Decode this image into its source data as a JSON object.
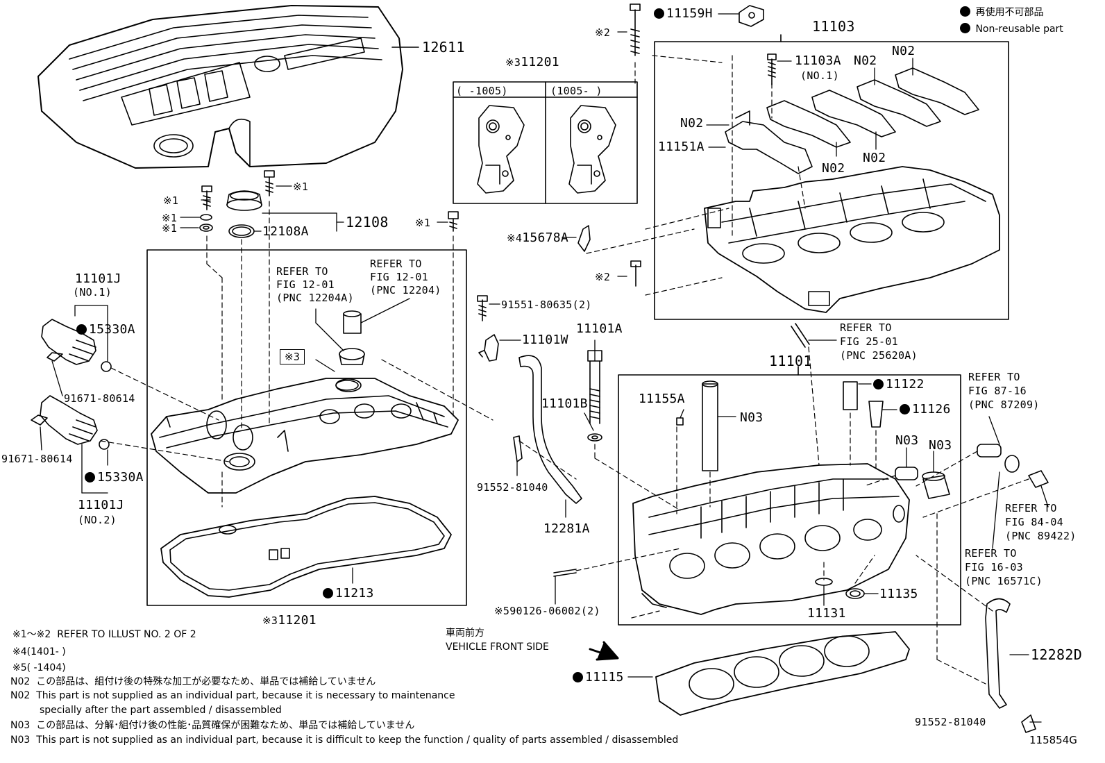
{
  "legend": {
    "jp": "再使用不可部品",
    "en": "Non-reusable part"
  },
  "diagram_id": "115854G",
  "labels": {
    "l12611": "12611",
    "l11201_top": "11201",
    "l11201_top_mark": "※3",
    "l11201_bottom": "11201",
    "l11201_bottom_mark": "※3",
    "col_left": "(    -1005)",
    "col_right": "(1005-     )",
    "l11159H": "11159H",
    "l11103": "11103",
    "l11103A": "11103A",
    "l11103A_sub": "(NO.1)",
    "n02_a": "N02",
    "n02_b": "N02",
    "n02_c": "N02",
    "n02_d": "N02",
    "n02_e": "N02",
    "l11151A": "11151A",
    "x2_a": "※2",
    "x2_b": "※2",
    "x1_a": "※1",
    "x1_b": "※1",
    "x1_c": "※1",
    "x1_d": "※1",
    "x1_e": "※1",
    "l12108": "12108",
    "l12108A": "12108A",
    "l15678A": "15678A",
    "l15678A_mark": "※4",
    "refer_12204A": "REFER TO\nFIG 12-01\n(PNC 12204A)",
    "refer_12204": "REFER TO\nFIG 12-01\n(PNC 12204)",
    "l11101J_1": "11101J",
    "l11101J_1_sub": "(NO.1)",
    "l15330A_1": "15330A",
    "l91671_1": "91671-80614",
    "l91671_2": "91671-80614",
    "l15330A_2": "15330A",
    "l11101J_2": "11101J",
    "l11101J_2_sub": "(NO.2)",
    "x3_box": "※3",
    "l91551": "91551-80635(2)",
    "l11101W": "11101W",
    "l11101A": "11101A",
    "l11101B": "11101B",
    "l91552_1": "91552-81040",
    "l12281A": "12281A",
    "l11213": "11213",
    "refer_25620A": "REFER TO\nFIG 25-01\n(PNC 25620A)",
    "l11101": "11101",
    "l11155A": "11155A",
    "n03_a": "N03",
    "l11122": "11122",
    "l11126": "11126",
    "n03_b": "N03",
    "n03_c": "N03",
    "refer_87209": "REFER TO\nFIG 87-16\n(PNC 87209)",
    "refer_89422": "REFER TO\nFIG 84-04\n(PNC 89422)",
    "refer_16571C": "REFER TO\nFIG 16-03\n(PNC 16571C)",
    "l11135": "11135",
    "l11131": "11131",
    "l90126": "90126-06002(2)",
    "l90126_mark": "※5",
    "front_jp": "車両前方",
    "front_en": "VEHICLE FRONT SIDE",
    "l11115": "11115",
    "l12282D": "12282D",
    "l91552_2": "91552-81040"
  },
  "notes": [
    {
      "key": "※1～※2",
      "text": "REFER TO ILLUST NO. 2 OF 2"
    },
    {
      "key": "※4",
      "text": "(1401-      )"
    },
    {
      "key": "※5",
      "text": "(      -1404)"
    },
    {
      "key": "N02",
      "text": "この部品は、組付け後の特殊な加工が必要なため、単品では補給していません"
    },
    {
      "key": "N02",
      "text": "This part is not supplied as an individual part, because it is necessary to maintenance"
    },
    {
      "key": "",
      "text": "specially after the part assembled / disassembled"
    },
    {
      "key": "N03",
      "text": "この部品は、分解･組付け後の性能･品質確保が困難なため、単品では補給していません"
    },
    {
      "key": "N03",
      "text": "This part is not supplied as an individual part, because it is difficult to keep the function / quality of parts  assembled / disassembled"
    }
  ]
}
